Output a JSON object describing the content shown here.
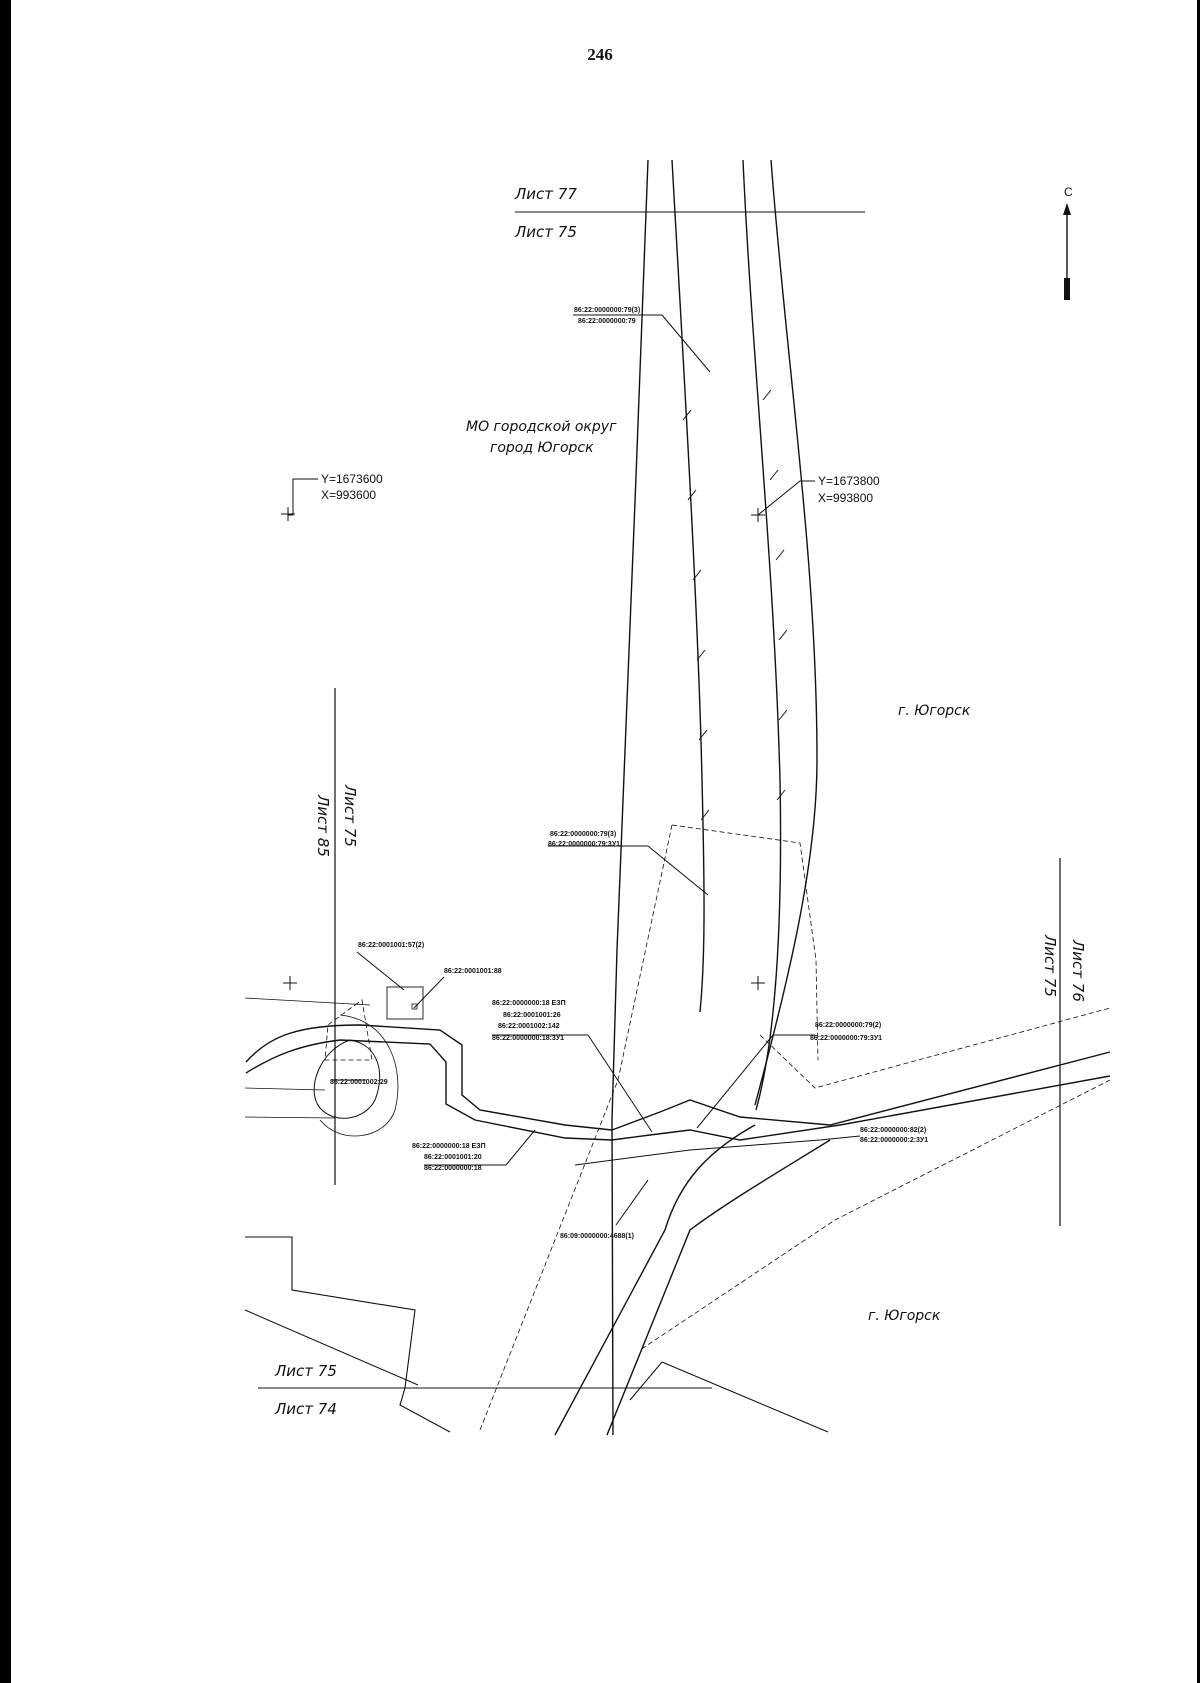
{
  "page": {
    "number": "246"
  },
  "sheet_labels": {
    "top_upper": "Лист 77",
    "top_lower": "Лист 75",
    "left_outer": "Лист 85",
    "left_inner": "Лист 75",
    "right_inner": "Лист 75",
    "right_outer": "Лист 76",
    "bottom_upper": "Лист 75",
    "bottom_lower": "Лист 74"
  },
  "places": {
    "municipality_line1": "МО городской округ",
    "municipality_line2": "город Югорск",
    "town_east": "г. Югорск",
    "town_south": "г. Югорск"
  },
  "coordinates": {
    "left": {
      "y": "Y=1673600",
      "x": "X=993600"
    },
    "right": {
      "y": "Y=1673800",
      "x": "X=993800"
    }
  },
  "cadastral": {
    "top_upper": "86:22:0000000:79(3)",
    "top_lower": "86:22:0000000:79",
    "mid_upper": "86:22:0000000:79(3)",
    "mid_lower": "86:22:0000000:79:3У1",
    "block_57": "86:22:0001001:57(2)",
    "block_88": "86:22:0001001:88",
    "stack_1": "86:22:0000000:18 ЕЗП",
    "stack_2": "86:22:0001001:26",
    "stack_3": "86:22:0001002:142",
    "stack_4": "86:22:0000000:18:3У1",
    "right_upper": "86:22:0000000:79(2)",
    "right_lower": "86:22:0000000:79:3У1",
    "loop": "86:22:0001002:29",
    "road_upper": "86:22:0000000:82(2)",
    "road_lower": "86:22:0000000:2:3У1",
    "bottom_1": "86:22:0000000:18 ЕЗП",
    "bottom_2": "86:22:0001001:20",
    "bottom_3": "86:22:0000000:18",
    "south": "86:09:0000000:4688(1)"
  },
  "north_arrow": {
    "label": "С"
  }
}
